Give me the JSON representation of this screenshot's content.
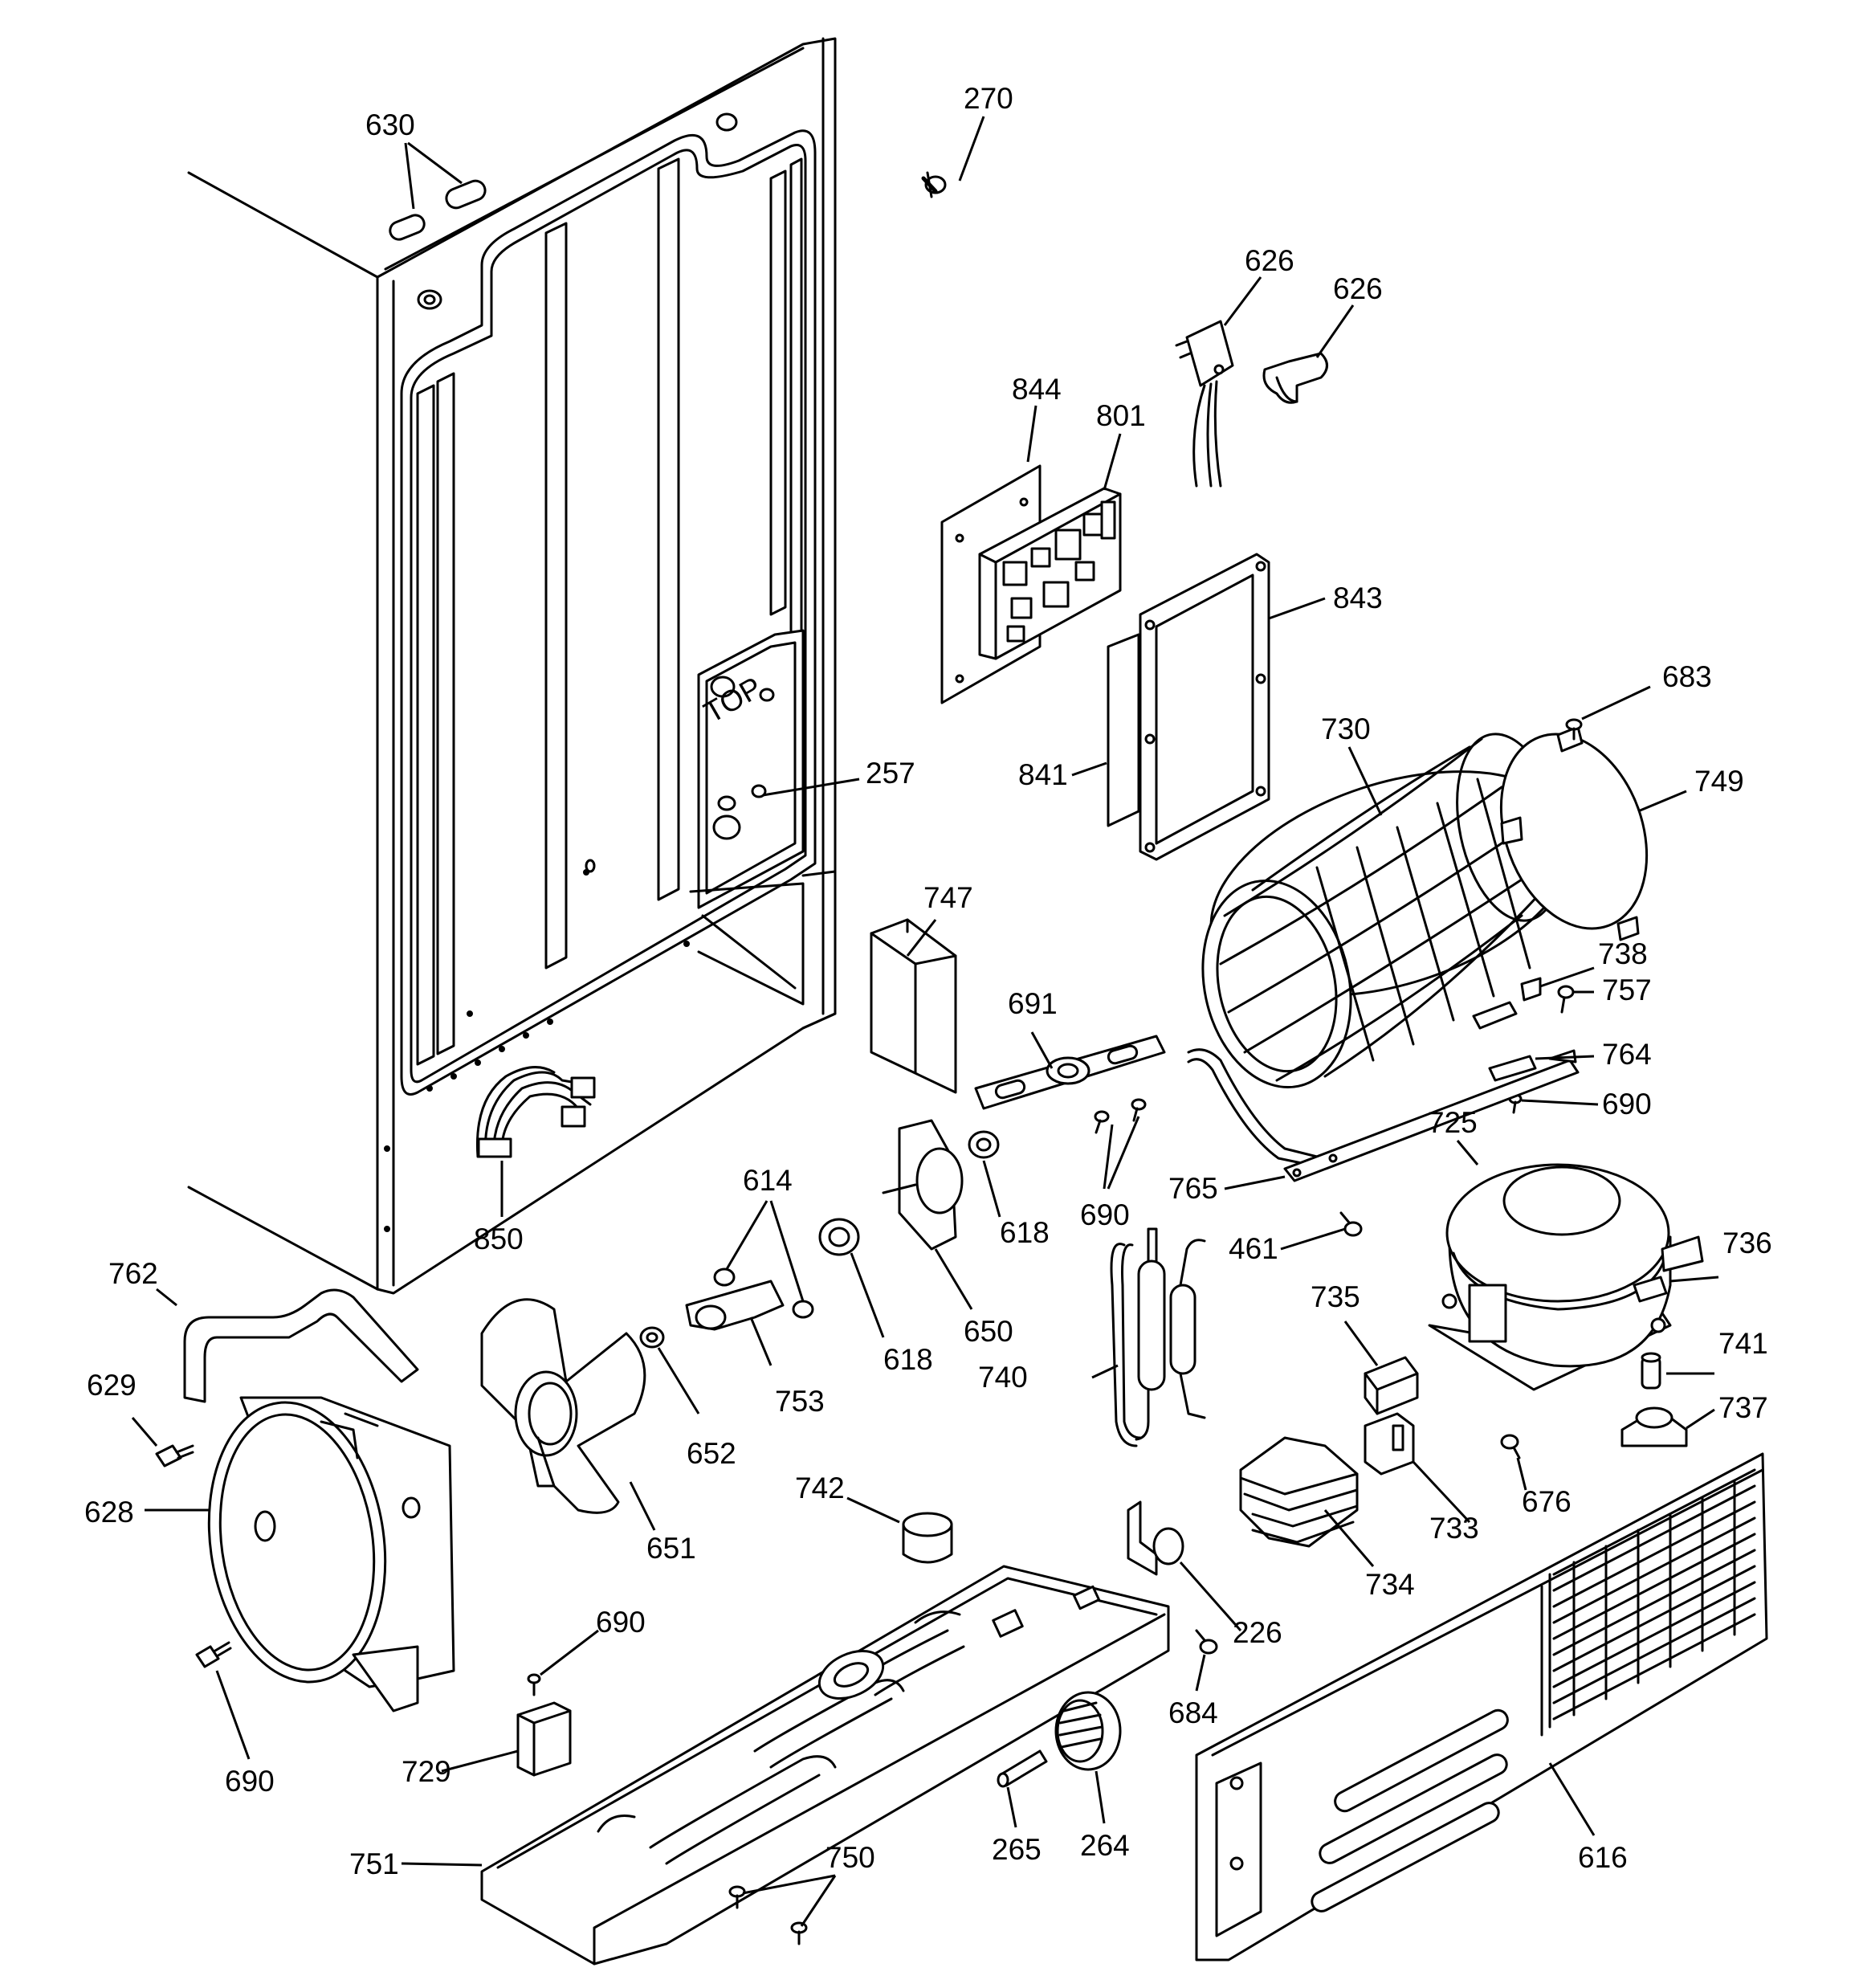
{
  "labels": {
    "p630": "630",
    "p270": "270",
    "p626a": "626",
    "p626b": "626",
    "p844": "844",
    "p801": "801",
    "p843": "843",
    "p683": "683",
    "p730": "730",
    "p749": "749",
    "p841": "841",
    "p257": "257",
    "p747": "747",
    "p738": "738",
    "p757": "757",
    "p691": "691",
    "p764": "764",
    "p690a": "690",
    "p725": "725",
    "p614": "614",
    "p618a": "618",
    "p690b": "690",
    "p765": "765",
    "p850": "850",
    "p461": "461",
    "p736": "736",
    "p762": "762",
    "p735": "735",
    "p650": "650",
    "p618b": "618",
    "p741": "741",
    "p629": "629",
    "p753": "753",
    "p740": "740",
    "p737": "737",
    "p652": "652",
    "p733": "733",
    "p676": "676",
    "p628": "628",
    "p742": "742",
    "p651": "651",
    "p734": "734",
    "p226": "226",
    "p690c": "690",
    "p684": "684",
    "p729": "729",
    "p690d": "690",
    "p616": "616",
    "p750": "750",
    "p264": "264",
    "p751": "751",
    "p265": "265"
  },
  "panel_marking": "TOP"
}
